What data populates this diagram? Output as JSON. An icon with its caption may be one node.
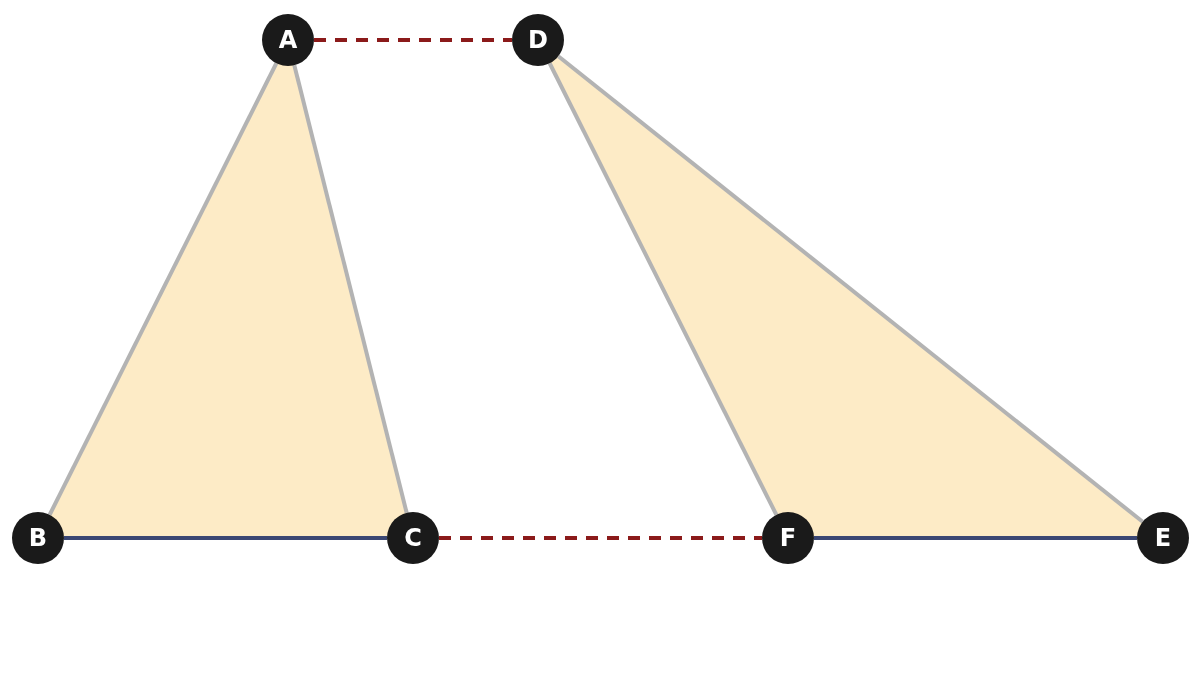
{
  "diagram": {
    "nodes": [
      {
        "text": [
          "A"
        ]
      },
      {
        "text": [
          "D"
        ]
      },
      {
        "text": [
          "B"
        ]
      },
      {
        "text": [
          "C"
        ]
      },
      {
        "text": [
          "F"
        ]
      },
      {
        "text": [
          "E"
        ]
      }
    ],
    "edges": [
      {
        "from": 0,
        "to": 1,
        "arrow": "none",
        "style": "dashed",
        "color": "#8b1a1a"
      },
      {
        "from": 0,
        "to": 2,
        "arrow": "none"
      },
      {
        "from": 0,
        "to": 3,
        "arrow": "none"
      },
      {
        "from": 2,
        "to": 3,
        "arrow": "none",
        "color": "#3b4773"
      },
      {
        "from": 3,
        "to": 4,
        "arrow": "none",
        "style": "dashed",
        "color": "#8b1a1a"
      },
      {
        "from": 1,
        "to": 4,
        "arrow": "none"
      },
      {
        "from": 1,
        "to": 5,
        "arrow": "none"
      },
      {
        "from": 4,
        "to": 5,
        "arrow": "none",
        "color": "#3b4773"
      }
    ]
  }
}
